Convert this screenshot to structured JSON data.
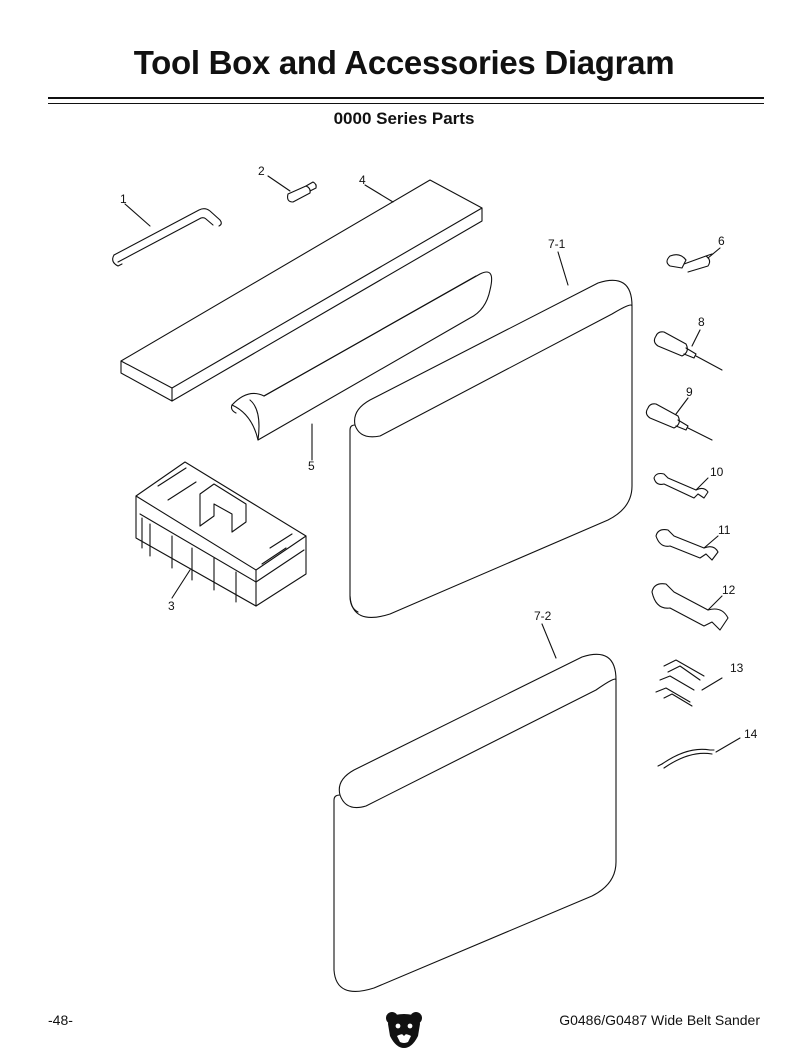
{
  "header": {
    "title": "Tool Box and Accessories Diagram",
    "subtitle": "0000 Series Parts"
  },
  "callouts": {
    "p1": "1",
    "p2": "2",
    "p3": "3",
    "p4": "4",
    "p5": "5",
    "p6": "6",
    "p7_1": "7-1",
    "p7_2": "7-2",
    "p8": "8",
    "p9": "9",
    "p10": "10",
    "p11": "11",
    "p12": "12",
    "p13": "13",
    "p14": "14"
  },
  "footer": {
    "page_number": "-48-",
    "model": "G0486/G0487 Wide Belt Sander"
  },
  "icons": {
    "logo": "grizzly-bear-head-icon"
  }
}
